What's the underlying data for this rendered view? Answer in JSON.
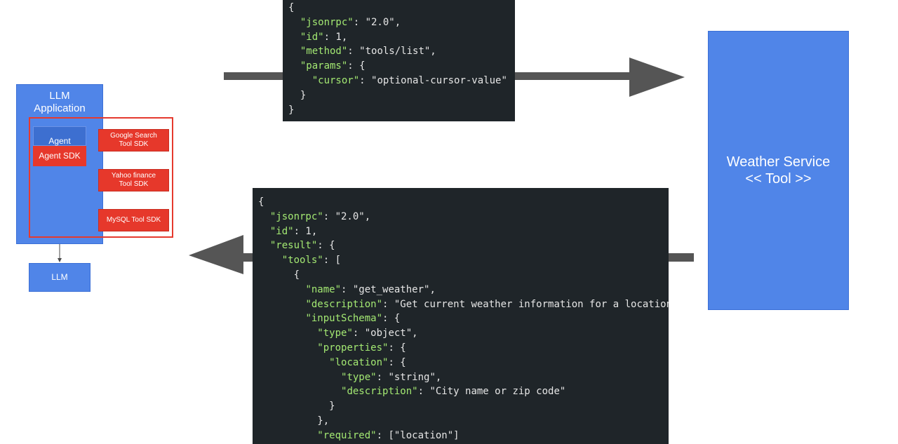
{
  "llm_app": {
    "title_line1": "LLM",
    "title_line2": "Application",
    "agent": "Agent",
    "agent_sdk": "Agent SDK",
    "tools": [
      {
        "label_line1": "Google Search",
        "label_line2": "Tool SDK"
      },
      {
        "label_line1": "Yahoo finance",
        "label_line2": "Tool SDK"
      },
      {
        "label_line1": "MySQL Tool SDK",
        "label_line2": ""
      }
    ]
  },
  "llm": {
    "label": "LLM"
  },
  "weather_service": {
    "line1": "Weather Service",
    "line2": "<< Tool >>"
  },
  "request_json": [
    [
      [
        "p",
        "{"
      ]
    ],
    [
      [
        "p",
        "  "
      ],
      [
        "k",
        "\"jsonrpc\""
      ],
      [
        "p",
        ": \"2.0\","
      ]
    ],
    [
      [
        "p",
        "  "
      ],
      [
        "k",
        "\"id\""
      ],
      [
        "p",
        ": 1,"
      ]
    ],
    [
      [
        "p",
        "  "
      ],
      [
        "k",
        "\"method\""
      ],
      [
        "p",
        ": \"tools/list\","
      ]
    ],
    [
      [
        "p",
        "  "
      ],
      [
        "k",
        "\"params\""
      ],
      [
        "p",
        ": {"
      ]
    ],
    [
      [
        "p",
        "    "
      ],
      [
        "k",
        "\"cursor\""
      ],
      [
        "p",
        ": \"optional-cursor-value\""
      ]
    ],
    [
      [
        "p",
        "  }"
      ]
    ],
    [
      [
        "p",
        "}"
      ]
    ]
  ],
  "response_json": [
    [
      [
        "p",
        "{"
      ]
    ],
    [
      [
        "p",
        "  "
      ],
      [
        "k",
        "\"jsonrpc\""
      ],
      [
        "p",
        ": \"2.0\","
      ]
    ],
    [
      [
        "p",
        "  "
      ],
      [
        "k",
        "\"id\""
      ],
      [
        "p",
        ": 1,"
      ]
    ],
    [
      [
        "p",
        "  "
      ],
      [
        "k",
        "\"result\""
      ],
      [
        "p",
        ": {"
      ]
    ],
    [
      [
        "p",
        "    "
      ],
      [
        "k",
        "\"tools\""
      ],
      [
        "p",
        ": ["
      ]
    ],
    [
      [
        "p",
        "      {"
      ]
    ],
    [
      [
        "p",
        "        "
      ],
      [
        "k",
        "\"name\""
      ],
      [
        "p",
        ": \"get_weather\","
      ]
    ],
    [
      [
        "p",
        "        "
      ],
      [
        "k",
        "\"description\""
      ],
      [
        "p",
        ": \"Get current weather information for a location\","
      ]
    ],
    [
      [
        "p",
        "        "
      ],
      [
        "k",
        "\"inputSchema\""
      ],
      [
        "p",
        ": {"
      ]
    ],
    [
      [
        "p",
        "          "
      ],
      [
        "k",
        "\"type\""
      ],
      [
        "p",
        ": \"object\","
      ]
    ],
    [
      [
        "p",
        "          "
      ],
      [
        "k",
        "\"properties\""
      ],
      [
        "p",
        ": {"
      ]
    ],
    [
      [
        "p",
        "            "
      ],
      [
        "k",
        "\"location\""
      ],
      [
        "p",
        ": {"
      ]
    ],
    [
      [
        "p",
        "              "
      ],
      [
        "k",
        "\"type\""
      ],
      [
        "p",
        ": \"string\","
      ]
    ],
    [
      [
        "p",
        "              "
      ],
      [
        "k",
        "\"description\""
      ],
      [
        "p",
        ": \"City name or zip code\""
      ]
    ],
    [
      [
        "p",
        "            }"
      ]
    ],
    [
      [
        "p",
        "          },"
      ]
    ],
    [
      [
        "p",
        "          "
      ],
      [
        "k",
        "\"required\""
      ],
      [
        "p",
        ": [\"location\"]"
      ]
    ]
  ],
  "colors": {
    "box_blue": "#5085e8",
    "sdk_red": "#e6382b",
    "arrow_gray": "#555555",
    "code_bg": "#1f2529",
    "key_green": "#a3e872"
  }
}
